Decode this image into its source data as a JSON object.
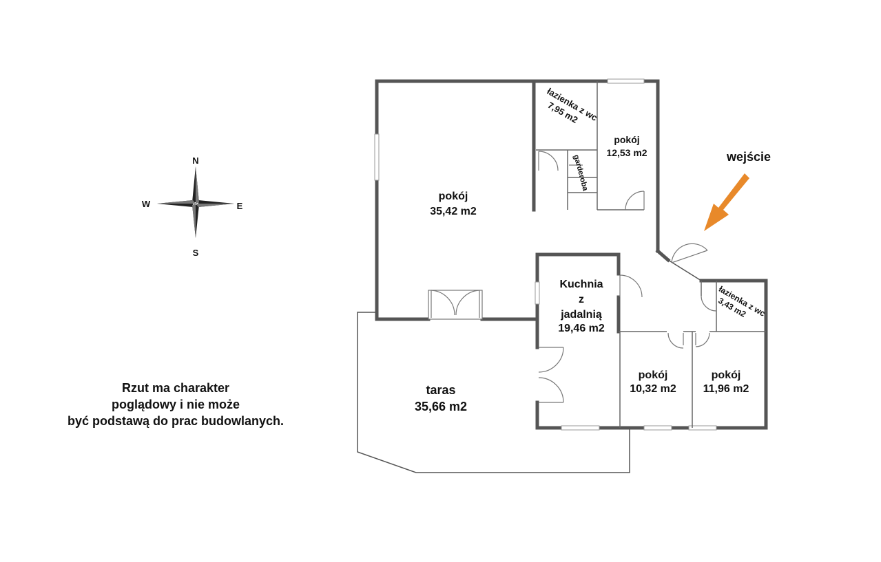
{
  "compass": {
    "n": "N",
    "s": "S",
    "e": "E",
    "w": "W"
  },
  "rooms": {
    "living": {
      "name": "pokój",
      "area": "35,42 m2"
    },
    "bath1": {
      "name": "łazienka z wc",
      "area": "7,95 m2"
    },
    "wardrobe": {
      "name": "garderoba"
    },
    "room_ne": {
      "name": "pokój",
      "area": "12,53 m2"
    },
    "kitchen": {
      "line1": "Kuchnia",
      "line2": "z",
      "line3": "jadalnią",
      "area": "19,46 m2"
    },
    "bath2": {
      "name": "łazienka z wc",
      "area": "3,43 m2"
    },
    "room_s1": {
      "name": "pokój",
      "area": "10,32 m2"
    },
    "room_s2": {
      "name": "pokój",
      "area": "11,96 m2"
    },
    "terrace": {
      "name": "taras",
      "area": "35,66 m2"
    }
  },
  "entrance": {
    "label": "wejście",
    "arrow_color": "#e8892a"
  },
  "disclaimer": {
    "line1": "Rzut ma charakter",
    "line2": "poglądowy i nie może",
    "line3": "być podstawą do prac budowlanych."
  }
}
